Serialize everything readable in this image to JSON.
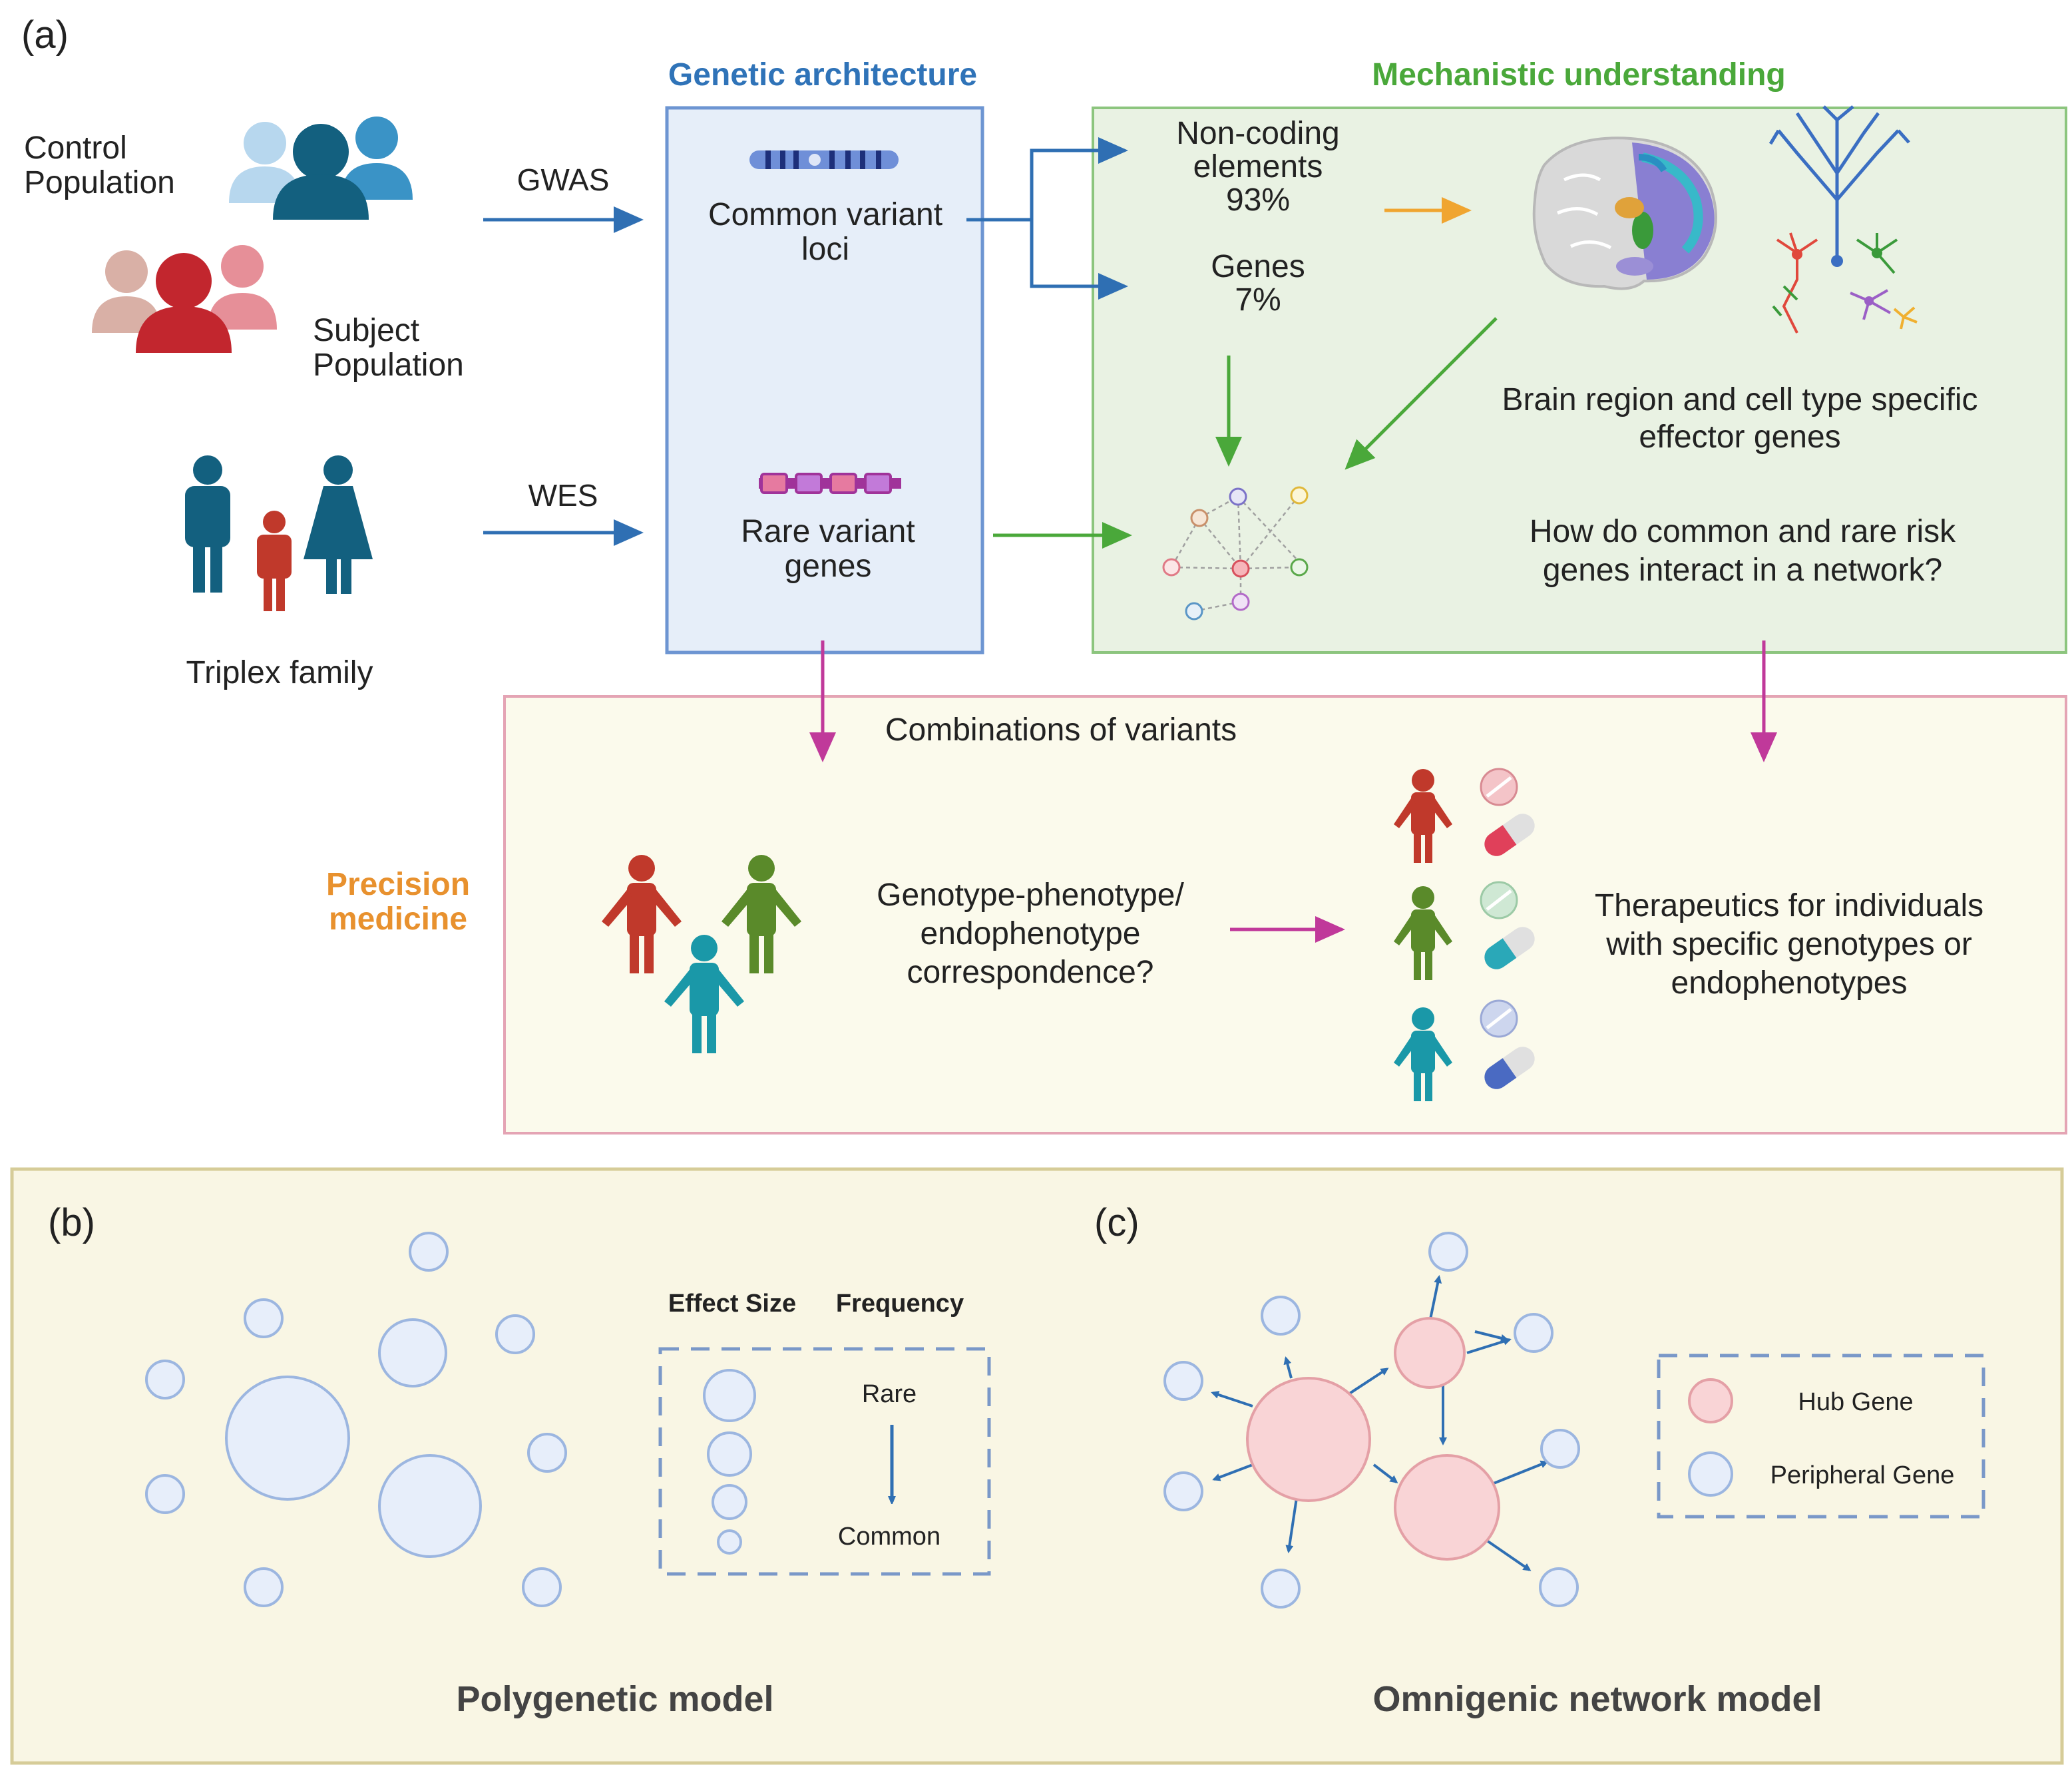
{
  "panel_a": {
    "label": "(a)",
    "headers": {
      "genetic": "Genetic architecture",
      "mechanistic": "Mechanistic understanding",
      "precision_1": "Precision",
      "precision_2": "medicine"
    },
    "populations": {
      "control_1": "Control",
      "control_2": "Population",
      "subject_1": "Subject",
      "subject_2": "Population",
      "family": "Triplex family"
    },
    "methods": {
      "gwas": "GWAS",
      "wes": "WES"
    },
    "genetic": {
      "common_1": "Common variant",
      "common_2": "loci",
      "rare_1": "Rare variant",
      "rare_2": "genes"
    },
    "mechanistic": {
      "noncoding_1": "Non-coding",
      "noncoding_2": "elements",
      "noncoding_3": "93%",
      "genes_1": "Genes",
      "genes_2": "7%",
      "brain_1": "Brain region and cell type specific",
      "brain_2": "effector genes",
      "network_1": "How do common and rare risk",
      "network_2": "genes interact in a network?"
    },
    "precision": {
      "combinations": "Combinations of variants",
      "geno_1": "Genotype-phenotype/",
      "geno_2": "endophenotype",
      "geno_3": "correspondence?",
      "thera_1": "Therapeutics for individuals",
      "thera_2": "with specific genotypes or",
      "thera_3": "endophenotypes"
    }
  },
  "panel_b": {
    "label": "(b)",
    "effect_size": "Effect Size",
    "frequency": "Frequency",
    "rare": "Rare",
    "common": "Common",
    "title": "Polygenetic model"
  },
  "panel_c": {
    "label": "(c)",
    "hub": "Hub Gene",
    "peripheral": "Peripheral Gene",
    "title": "Omnigenic network model"
  },
  "colors": {
    "blue_text": "#2f73b8",
    "green_text": "#4aa83a",
    "orange_text": "#e8912e",
    "arrow_blue": "#2f6fb3",
    "arrow_green": "#4aa83a",
    "arrow_orange": "#f0a530",
    "arrow_magenta": "#c0399a",
    "red_person": "#c0392b",
    "green_person": "#5a8a2a",
    "teal_person": "#1a98a8",
    "navy_person": "#13607f"
  }
}
